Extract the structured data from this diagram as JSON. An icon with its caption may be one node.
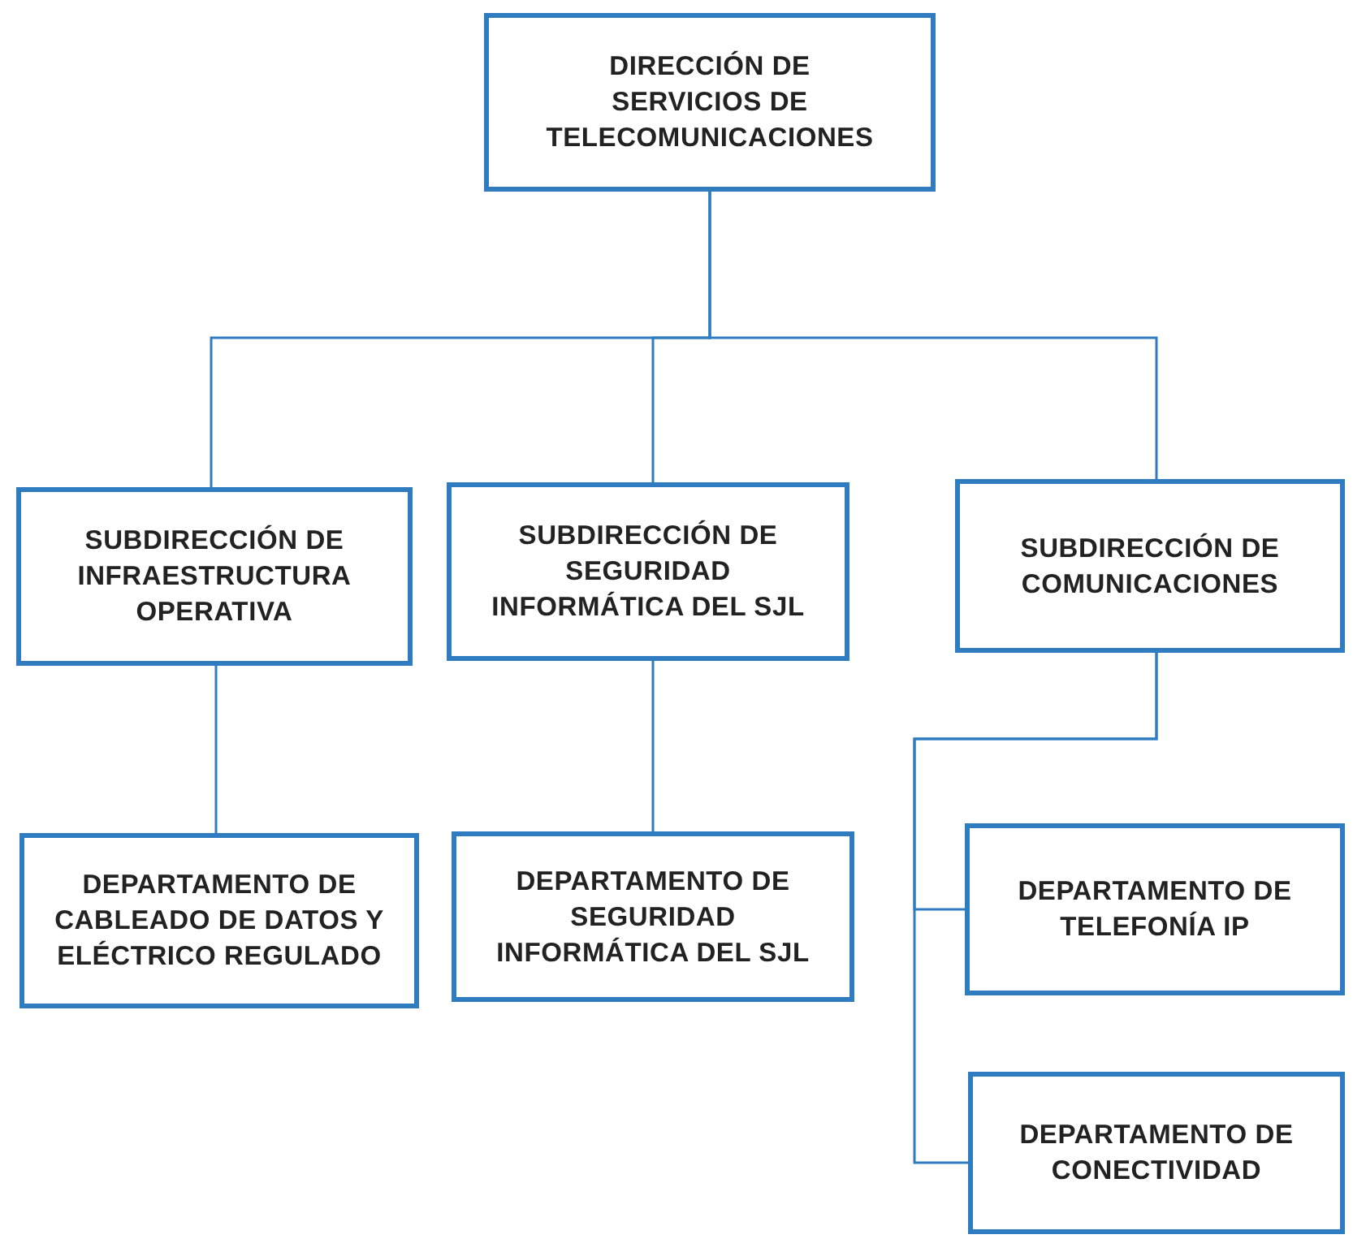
{
  "diagram": {
    "nodes": [
      {
        "text": [
          "DIRECCIÓN DE SERVICIOS DE TELECOMUNICACIONES"
        ]
      },
      {
        "text": [
          "SUBDIRECCIÓN DE INFRAESTRUCTURA OPERATIVA"
        ]
      },
      {
        "text": [
          "SUBDIRECCIÓN DE SEGURIDAD INFORMÁTICA DEL SJL"
        ]
      },
      {
        "text": [
          "SUBDIRECCIÓN DE COMUNICACIONES"
        ]
      },
      {
        "text": [
          "DEPARTAMENTO DE CABLEADO DE DATOS Y ELÉCTRICO REGULADO"
        ]
      },
      {
        "text": [
          "DEPARTAMENTO DE SEGURIDAD INFORMÁTICA DEL SJL"
        ]
      },
      {
        "text": [
          "DEPARTAMENTO DE TELEFONÍA IP"
        ]
      },
      {
        "text": [
          "DEPARTAMENTO DE CONECTIVIDAD"
        ]
      }
    ],
    "edges": [
      {
        "from": 0,
        "to": 1,
        "arrow": "none"
      },
      {
        "from": 0,
        "to": 2,
        "arrow": "none"
      },
      {
        "from": 0,
        "to": 3,
        "arrow": "none"
      },
      {
        "from": 1,
        "to": 4,
        "arrow": "none"
      },
      {
        "from": 2,
        "to": 5,
        "arrow": "none"
      },
      {
        "from": 3,
        "to": 6,
        "arrow": "none"
      },
      {
        "from": 3,
        "to": 7,
        "arrow": "none"
      }
    ]
  }
}
